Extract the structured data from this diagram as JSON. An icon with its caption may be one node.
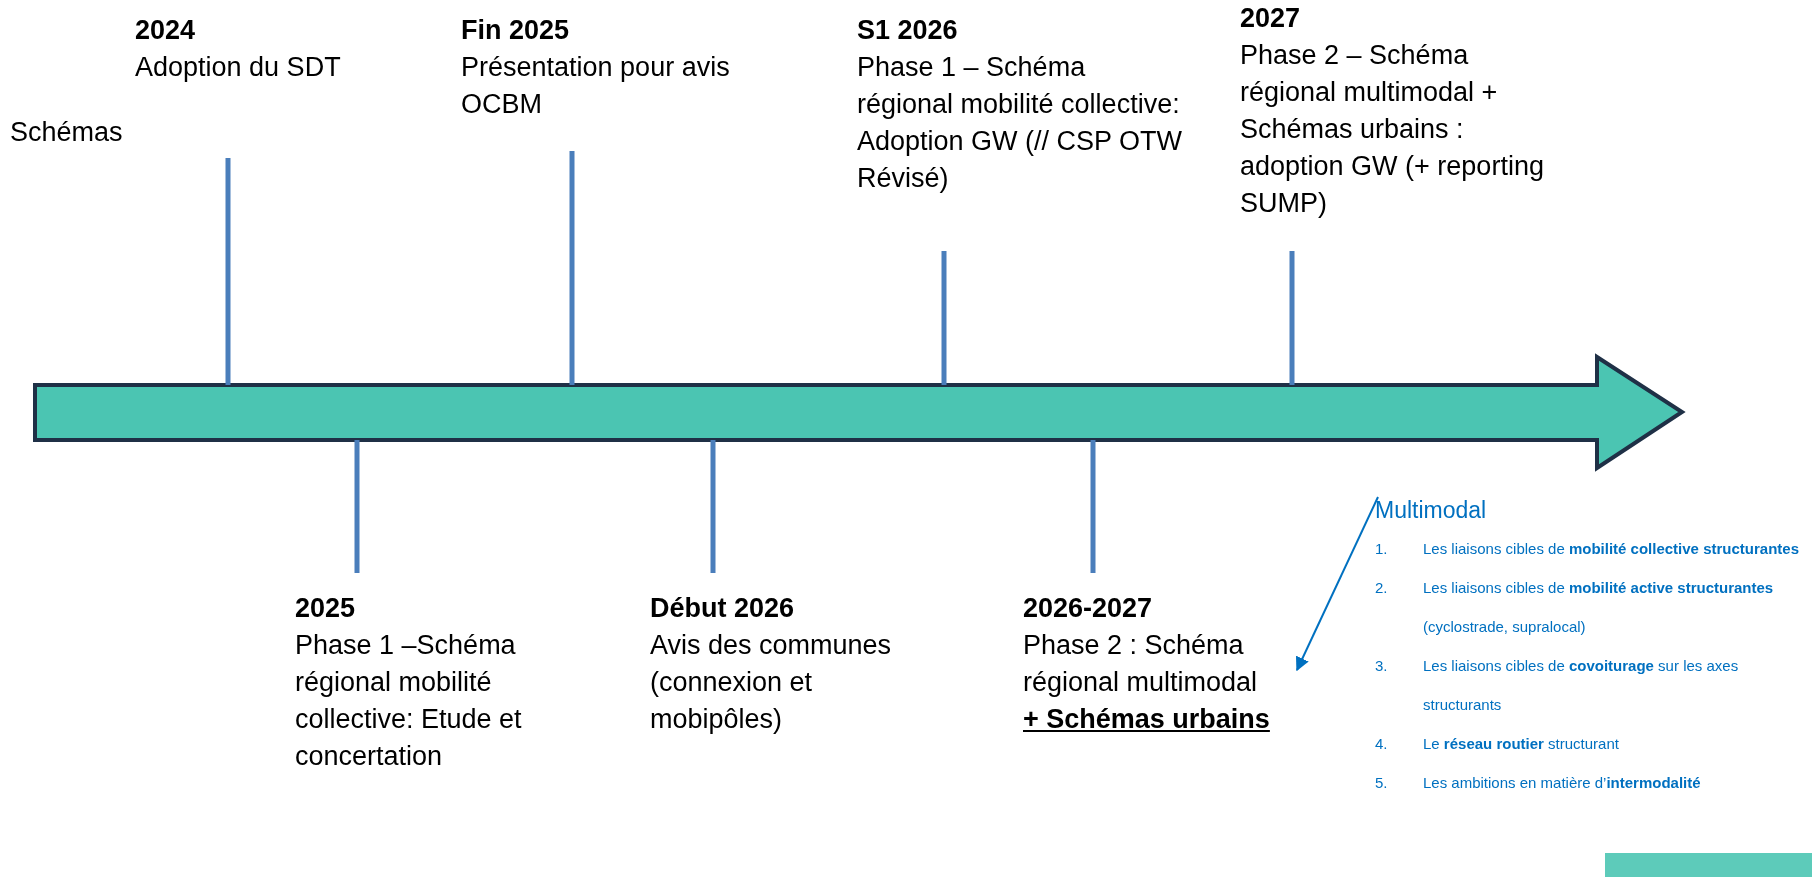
{
  "diagram": {
    "nodes": [
      {
        "text": [
          "2024",
          "Adoption du SDT"
        ]
      },
      {
        "text": [
          "2025",
          "Phase 1 –Schéma régional mobilité collective: Etude et concertation"
        ]
      },
      {
        "text": [
          "Fin 2025",
          "Présentation pour avis OCBM"
        ]
      },
      {
        "text": [
          "Début 2026",
          "Avis des communes (connexion et mobipôles)"
        ]
      },
      {
        "text": [
          "S1 2026",
          "Phase 1 – Schéma régional mobilité collective: Adoption GW (// CSP OTW Révisé)"
        ]
      },
      {
        "text": [
          "2026-2027",
          "Phase 2 : Schéma régional multimodal",
          "**+ Schémas urbains**"
        ]
      },
      {
        "text": [
          "2027",
          "Phase 2 – Schéma régional multimodal + Schémas urbains : adoption GW (+ reporting SUMP)"
        ]
      },
      {
        "text": [
          "Multimodal",
          "1. Les liaisons cibles de **mobilité collective structurantes**",
          "2. Les liaisons cibles de **mobilité active structurantes** (cyclostrade, supralocal)",
          "3. Les liaisons cibles de **covoiturage** sur les axes structurants",
          "4. Le **réseau routier** structurant",
          "5. Les ambitions en matière d’**intermodalité**"
        ]
      }
    ],
    "edges": [
      {
        "from": 7,
        "to": 5,
        "arrow": "to"
      }
    ],
    "labels": [
      "Schémas"
    ]
  }
}
